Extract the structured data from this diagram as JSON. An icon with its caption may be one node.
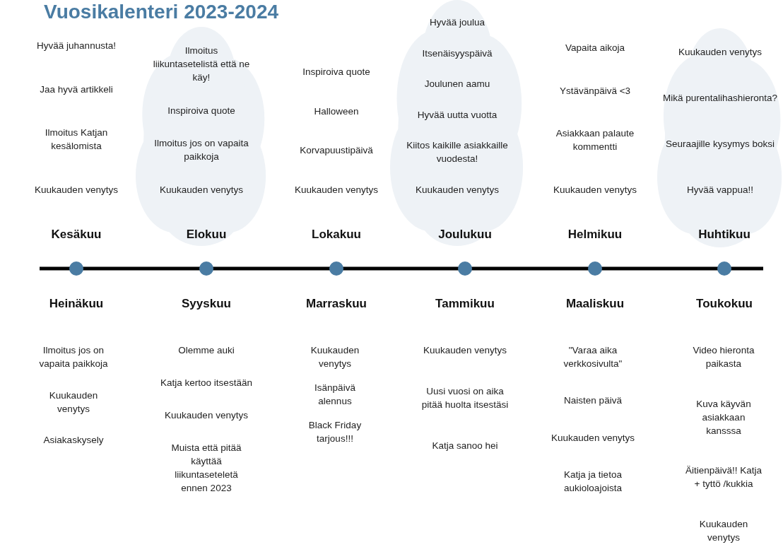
{
  "diagram": {
    "title": "Vuosikalenteri 2023-2024",
    "nodes": [
      {
        "text": [
          "Hyvää juhannusta!",
          "Jaa hyvä artikkeli",
          "Ilmoitus Katjan kesälomista",
          "Kuukauden venytys",
          "Kesäkuu"
        ]
      },
      {
        "text": [
          "Ilmoitus liikuntasetelistä että ne käy!",
          "Inspiroiva quote",
          "Ilmoitus jos on vapaita paikkoja",
          "Kuukauden venytys",
          "Elokuu"
        ]
      },
      {
        "text": [
          "Inspiroiva quote",
          "Halloween",
          "Korvapuustipäivä",
          "Kuukauden venytys",
          "Lokakuu"
        ]
      },
      {
        "text": [
          "Hyvää joulua",
          "Itsenäisyyspäivä",
          "Joulunen aamu",
          "Hyvää uutta vuotta",
          "Kiitos kaikille asiakkaille vuodesta!",
          "Kuukauden venytys",
          "Joulukuu"
        ]
      },
      {
        "text": [
          "Vapaita aikoja",
          "Ystävänpäivä <3",
          "Asiakkaan palaute kommentti",
          "Kuukauden venytys",
          "Helmikuu"
        ]
      },
      {
        "text": [
          "Kuukauden venytys",
          "Mikä purentalihashieronta?",
          "Seuraajille kysymys boksi",
          "Hyvää vappua!!",
          "Huhtikuu"
        ]
      },
      {
        "text": [
          "Heinäkuu",
          "Ilmoitus jos on vapaita paikkoja",
          "Kuukauden venytys",
          "Asiakaskysely"
        ]
      },
      {
        "text": [
          "Syyskuu",
          "Olemme auki",
          "Katja kertoo itsestään",
          "Kuukauden venytys",
          "Muista että pitää käyttää liikuntaseteletä ennen 2023"
        ]
      },
      {
        "text": [
          "Marraskuu",
          "Kuukauden venytys",
          "Isänpäivä alennus",
          "Black Friday tarjous!!!"
        ]
      },
      {
        "text": [
          "Tammikuu",
          "Kuukauden venytys",
          "Uusi vuosi on aika pitää huolta itsestäsi",
          "Katja sanoo hei"
        ]
      },
      {
        "text": [
          "Maaliskuu",
          "\"Varaa aika verkkosivulta\"",
          "Naisten päivä",
          "Kuukauden venytys",
          "Katja ja tietoa aukioloajoista"
        ]
      },
      {
        "text": [
          "Toukokuu",
          "Video hieronta paikasta",
          "Kuva käyvän asiakkaan kansssa",
          "Äitienpäivä!! Katja + tyttö /kukkia",
          "Kuukauden venytys"
        ]
      }
    ]
  }
}
